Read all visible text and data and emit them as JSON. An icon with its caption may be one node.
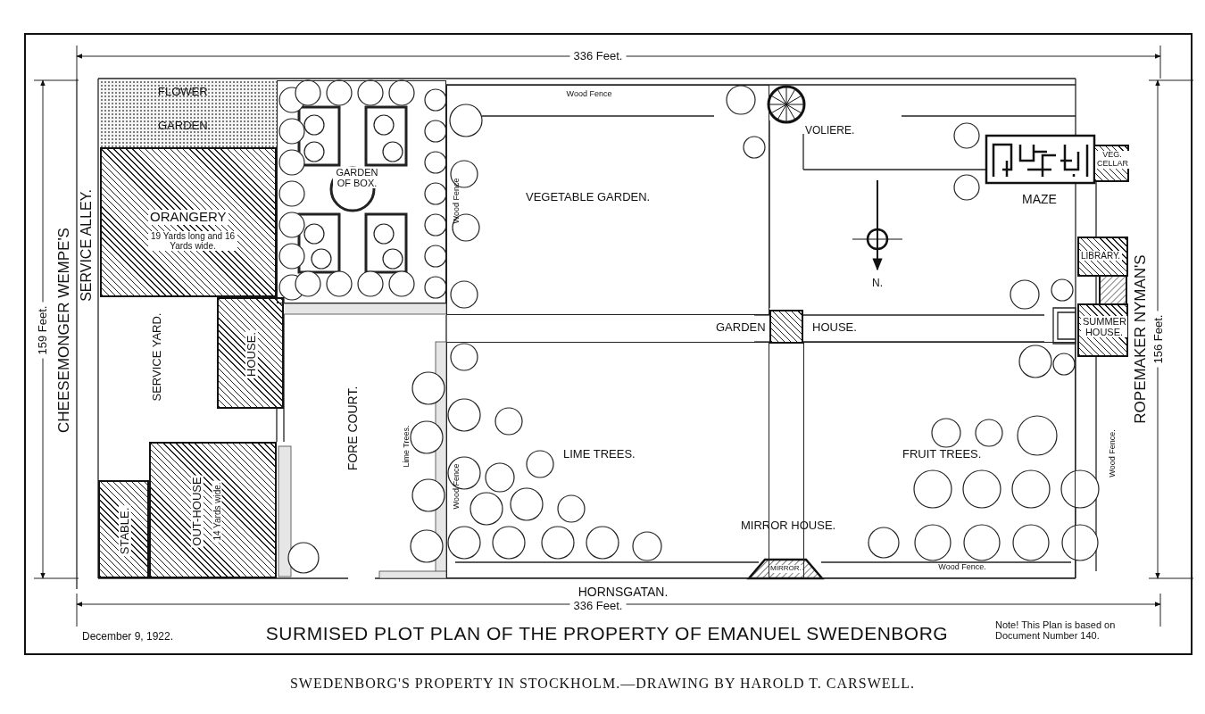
{
  "diagram": {
    "title": "SURMISED PLOT PLAN OF THE PROPERTY OF EMANUEL SWEDENBORG",
    "caption": "SWEDENBORG'S PROPERTY IN STOCKHOLM.—DRAWING BY HAROLD T. CARSWELL.",
    "nodes": [
      {
        "text": [
          "FLOWER",
          "GARDEN."
        ]
      },
      {
        "text": [
          "ORANGERY",
          "19 Yards long and 16 Yards wide."
        ]
      },
      {
        "text": [
          "HOUSE."
        ]
      },
      {
        "text": [
          "STABLE."
        ]
      },
      {
        "text": [
          "OUT-HOUSE",
          "14 Yards wide."
        ]
      },
      {
        "text": [
          "GARDEN OF BOX."
        ]
      },
      {
        "text": [
          "VEGETABLE GARDEN."
        ]
      },
      {
        "text": [
          "VOLIERE."
        ]
      },
      {
        "text": [
          "MAZE"
        ]
      },
      {
        "text": [
          "VEG. CELLAR"
        ]
      },
      {
        "text": [
          "LIBRARY."
        ]
      },
      {
        "text": [
          "SUMMER HOUSE."
        ]
      },
      {
        "text": [
          "GARDEN",
          "HOUSE."
        ]
      },
      {
        "text": [
          "MIRROR HOUSE.",
          "MIRROR."
        ]
      },
      {
        "text": [
          "LIME TREES."
        ]
      },
      {
        "text": [
          "FRUIT TREES."
        ]
      }
    ],
    "labels": [
      "336 Feet.",
      "Wood Fence",
      "Wood Fence",
      "CHEESEMONGER WEMPE'S",
      "159 Feet.",
      "SERVICE ALLEY.",
      "SERVICE YARD.",
      "FORE COURT.",
      "Lime Trees.",
      "Wood Fence",
      "N.",
      "ROPEMAKER NYMAN'S",
      "156 Feet.",
      "Wood Fence.",
      "Wood Fence.",
      "HORNSGATAN.",
      "336 Feet.",
      "December 9, 1922.",
      "Note! This Plan is based on Document Number 140."
    ]
  }
}
